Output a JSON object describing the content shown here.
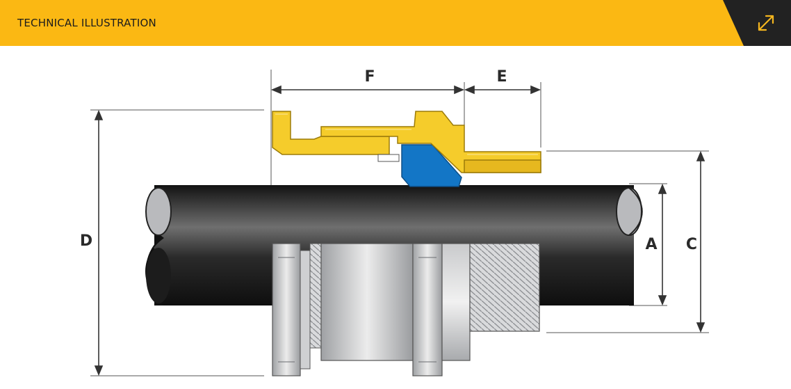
{
  "header": {
    "title": "TECHNICAL ILLUSTRATION",
    "accent_color": "#fbb813",
    "expand_icon": "expand-arrows-icon"
  },
  "diagram": {
    "dimensions": {
      "a": "A",
      "c": "C",
      "d": "D",
      "e": "E",
      "f": "F"
    },
    "colors": {
      "brass": "#f5cc2b",
      "seal": "#1376c6",
      "cable": "#1e1e1e",
      "metal": "#d5d6d8"
    }
  }
}
